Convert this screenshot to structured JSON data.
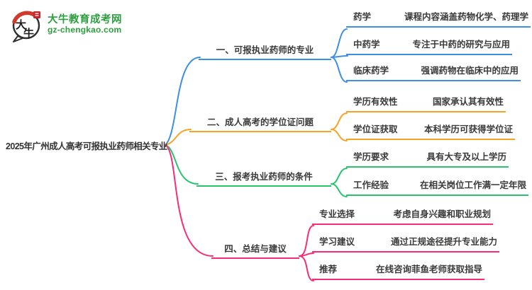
{
  "logo": {
    "title": "大牛教育成考网",
    "domain": "gz-chengkao.com",
    "icon": "daniu-speech-bubble-logo",
    "brand_green": "#2f9e41",
    "brand_red": "#c9302c"
  },
  "central": {
    "title": "2025年广州成人高考可报执业药师相关专业"
  },
  "branches": [
    {
      "label": "一、可报执业药师的专业",
      "color": "#3d8fe4",
      "children": [
        {
          "keyword": "药学",
          "desc": "课程内容涵盖药物化学、药理学"
        },
        {
          "keyword": "中药学",
          "desc": "专注于中药的研究与应用"
        },
        {
          "keyword": "临床药学",
          "desc": "强调药物在临床中的应用"
        }
      ]
    },
    {
      "label": "二、成人高考的学位证问题",
      "color": "#f7a426",
      "children": [
        {
          "keyword": "学历有效性",
          "desc": "国家承认其有效性"
        },
        {
          "keyword": "学位证获取",
          "desc": "本科学历可获得学位证"
        }
      ]
    },
    {
      "label": "三、报考执业药师的条件",
      "color": "#27c470",
      "children": [
        {
          "keyword": "学历要求",
          "desc": "具有大专及以上学历"
        },
        {
          "keyword": "工作经验",
          "desc": "在相关岗位工作满一定年限"
        }
      ]
    },
    {
      "label": "四、总结与建议",
      "color": "#f82d78",
      "children": [
        {
          "keyword": "专业选择",
          "desc": "考虑自身兴趣和职业规划"
        },
        {
          "keyword": "学习建议",
          "desc": "通过正规途径提升专业能力"
        },
        {
          "keyword": "推荐",
          "desc": "在线咨询菲鱼老师获取指导"
        }
      ]
    }
  ]
}
